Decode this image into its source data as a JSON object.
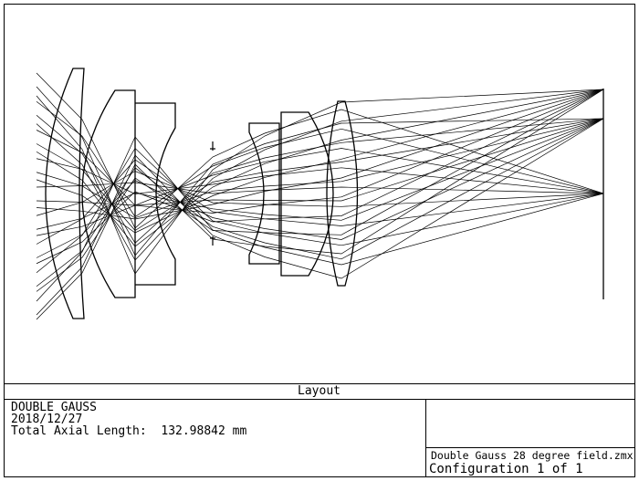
{
  "window": {
    "caption": "Layout"
  },
  "info": {
    "title": "DOUBLE GAUSS",
    "date": "2018/12/27",
    "axial_length_label": "Total Axial Length:",
    "axial_length_value": "132.98842 mm"
  },
  "footer": {
    "filename": "Double Gauss 28 degree field.zmx",
    "configuration": "Configuration 1 of 1"
  },
  "diagram": {
    "type": "optical-layout",
    "line_color": "#000000",
    "ray_color": "#000000",
    "field_bundles": 3,
    "rays_per_bundle": 9
  }
}
